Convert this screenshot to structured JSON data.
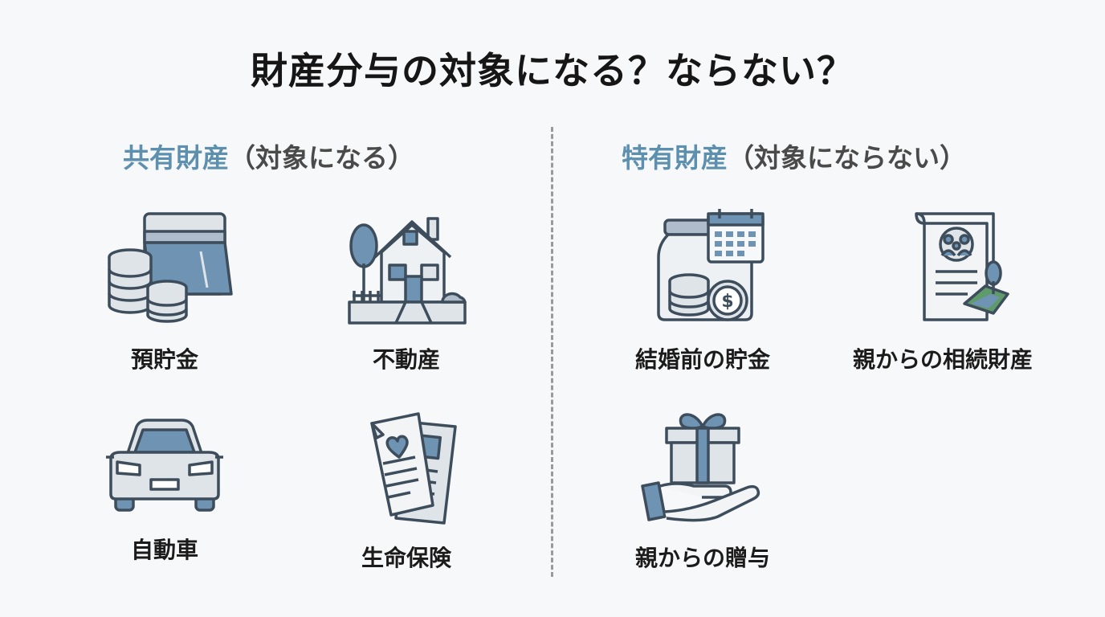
{
  "title": "財産分与の対象になる？ならない？",
  "left": {
    "heading_main": "共有財産",
    "heading_note": "（対象になる）",
    "items": [
      {
        "label": "預貯金",
        "icon": "bank-card-coins-icon"
      },
      {
        "label": "不動産",
        "icon": "house-icon"
      },
      {
        "label": "自動車",
        "icon": "car-icon"
      },
      {
        "label": "生命保険",
        "icon": "insurance-documents-icon"
      }
    ]
  },
  "right": {
    "heading_main": "特有財産",
    "heading_note": "（対象にならない）",
    "items": [
      {
        "label": "結婚前の貯金",
        "icon": "savings-jar-calendar-icon"
      },
      {
        "label": "親からの相続財産",
        "icon": "inheritance-document-icon"
      },
      {
        "label": "親からの贈与",
        "icon": "gift-hand-icon"
      }
    ]
  },
  "colors": {
    "accent": "#5d8fae",
    "icon_stroke": "#3e4d5c",
    "icon_fill_blue": "#6f94b3",
    "icon_fill_light": "#dfe4e9",
    "green": "#5f9a6a"
  }
}
